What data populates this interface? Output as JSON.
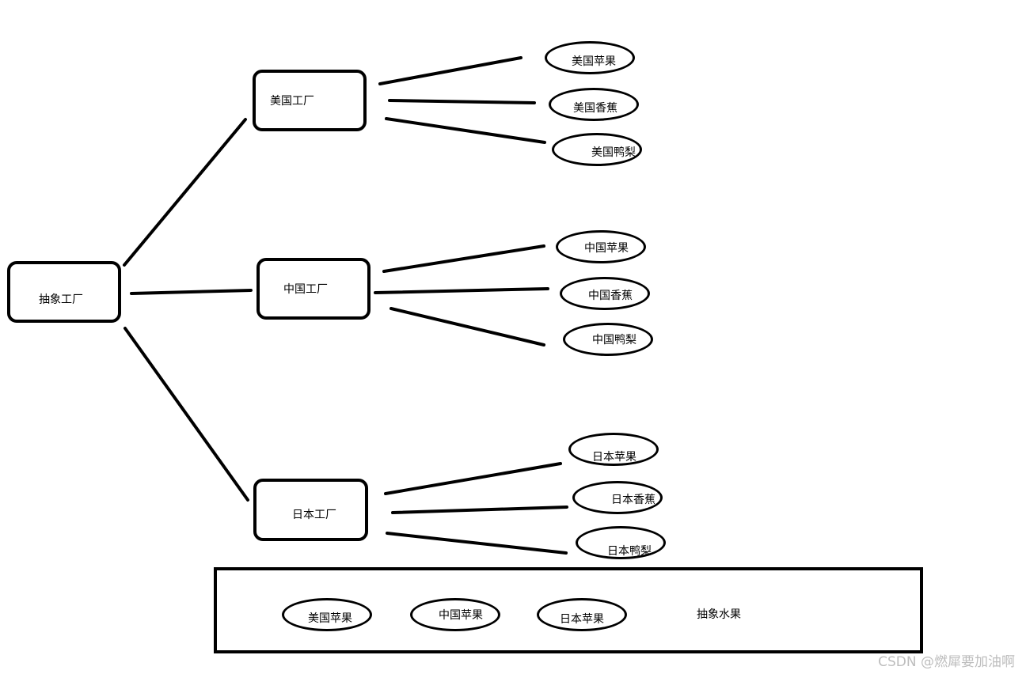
{
  "root": {
    "label": "抽象工厂"
  },
  "factories": [
    {
      "label": "美国工厂",
      "products": [
        "美国苹果",
        "美国香蕉",
        "美国鸭梨"
      ]
    },
    {
      "label": "中国工厂",
      "products": [
        "中国苹果",
        "中国香蕉",
        "中国鸭梨"
      ]
    },
    {
      "label": "日本工厂",
      "products": [
        "日本苹果",
        "日本香蕉",
        "日本鸭梨"
      ]
    }
  ],
  "abstract_fruit": {
    "label": "抽象水果",
    "items": [
      "美国苹果",
      "中国苹果",
      "日本苹果"
    ]
  },
  "watermark": "CSDN @燃犀要加油啊"
}
